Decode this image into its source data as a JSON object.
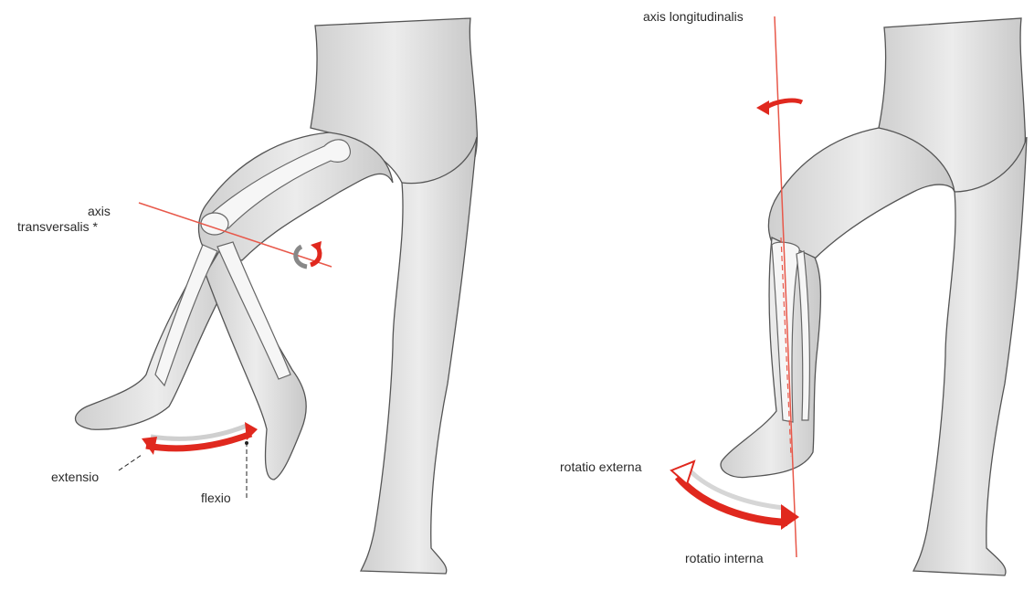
{
  "labels": {
    "axis_transversalis_line1": "axis",
    "axis_transversalis_line2": "transversalis *",
    "extensio": "extensio",
    "flexio": "flexio",
    "axis_longitudinalis": "axis longitudinalis",
    "rotatio_externa": "rotatio externa",
    "rotatio_interna": "rotatio interna"
  },
  "colors": {
    "axis_line": "#e8584a",
    "arrow_red": "#e0281e",
    "skin": "#e3e3e3",
    "outline": "#555555",
    "bone": "#f4f4f4"
  }
}
